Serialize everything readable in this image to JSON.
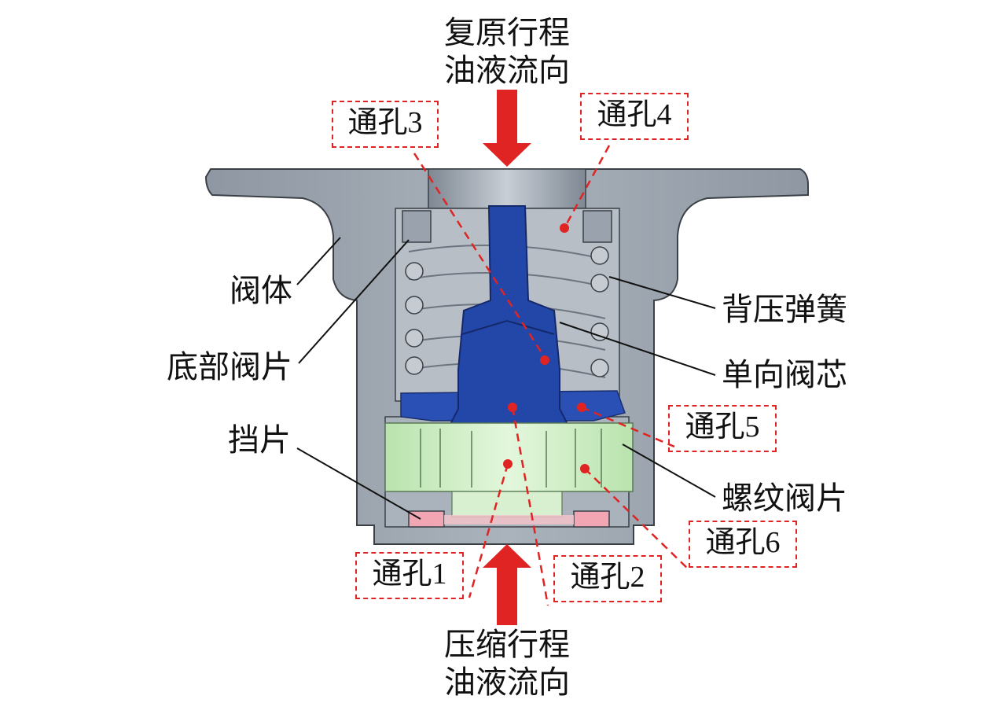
{
  "flow": {
    "rebound_line1": "复原行程",
    "rebound_line2": "油液流向",
    "compression_line1": "压缩行程",
    "compression_line2": "油液流向"
  },
  "parts": {
    "valve_body": "阀体",
    "bottom_valve_disc": "底部阀片",
    "stop_plate": "挡片",
    "back_pressure_spring": "背压弹簧",
    "check_valve_core": "单向阀芯",
    "thread_valve_disc": "螺纹阀片"
  },
  "holes": {
    "h1": "通孔1",
    "h2": "通孔2",
    "h3": "通孔3",
    "h4": "通孔4",
    "h5": "通孔5",
    "h6": "通孔6"
  },
  "colors": {
    "body": "#9aa3ad",
    "core": "#2347a8",
    "thread_disc": "#c9ecc0",
    "stop_plate": "#f2a6b4",
    "arrow": "#e02424",
    "callout": "#e02424"
  }
}
